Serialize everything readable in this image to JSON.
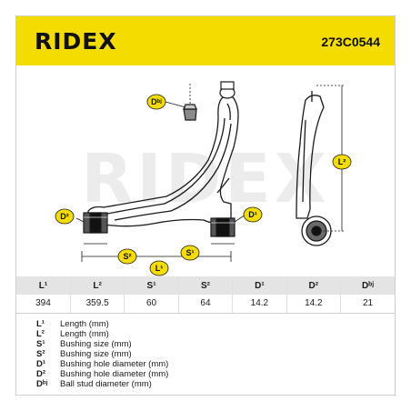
{
  "brand": {
    "logo_text": "RIDEX",
    "part_number": "273C0544",
    "watermark": "RIDEX",
    "accent_color": "#f5dc00",
    "marker_color": "#f5dc00"
  },
  "drawing": {
    "labels": {
      "d_bj": "Dᵇʲ",
      "d2": "D²",
      "d1": "D¹",
      "s2": "S²",
      "s1": "S¹",
      "l1": "L¹",
      "l2": "L²"
    }
  },
  "specs": {
    "headers": [
      "L¹",
      "L²",
      "S¹",
      "S²",
      "D¹",
      "D²",
      "Dᵇʲ"
    ],
    "values": [
      "394",
      "359.5",
      "60",
      "64",
      "14.2",
      "14.2",
      "21"
    ]
  },
  "legend": [
    {
      "symbol": "L¹",
      "description": "Length (mm)"
    },
    {
      "symbol": "L²",
      "description": "Length (mm)"
    },
    {
      "symbol": "S¹",
      "description": "Bushing size (mm)"
    },
    {
      "symbol": "S²",
      "description": "Bushing size (mm)"
    },
    {
      "symbol": "D¹",
      "description": "Bushing hole diameter (mm)"
    },
    {
      "symbol": "D²",
      "description": "Bushing hole diameter (mm)"
    },
    {
      "symbol": "Dᵇʲ",
      "description": "Ball stud diameter (mm)"
    }
  ]
}
